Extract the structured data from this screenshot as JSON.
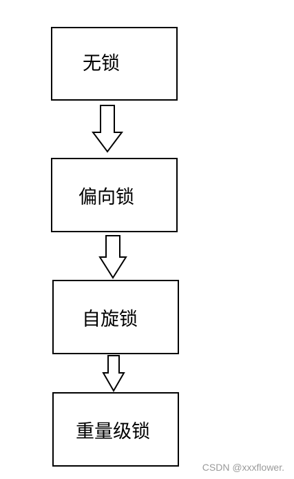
{
  "diagram": {
    "nodes": [
      {
        "id": "no-lock",
        "label": "无锁"
      },
      {
        "id": "biased-lock",
        "label": "偏向锁"
      },
      {
        "id": "spin-lock",
        "label": "自旋锁"
      },
      {
        "id": "heavyweight-lock",
        "label": "重量级锁"
      }
    ],
    "edges": [
      {
        "from": "no-lock",
        "to": "biased-lock"
      },
      {
        "from": "biased-lock",
        "to": "spin-lock"
      },
      {
        "from": "spin-lock",
        "to": "heavyweight-lock"
      }
    ]
  },
  "watermark": "CSDN @xxxflower."
}
